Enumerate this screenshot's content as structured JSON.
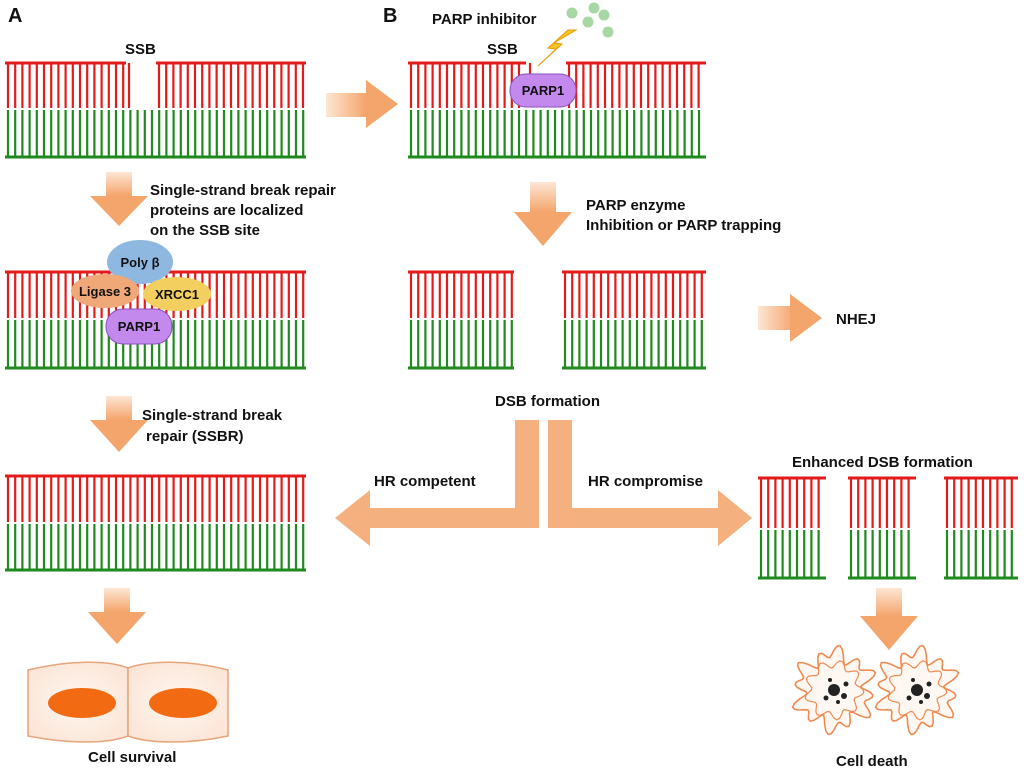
{
  "colors": {
    "top_strand": "#e41b1b",
    "bottom_strand": "#1f8a1f",
    "arrow": "#f4b07e",
    "arrow_light": "#fbe3cf",
    "parp": "#c489ec",
    "parp_stroke": "#8a4fbf",
    "polyb": "#8fb8e0",
    "ligase": "#f0a878",
    "xrcc1": "#f2cf5e",
    "cell_fill": "#fcefe6",
    "cell_stroke": "#e8a47a",
    "nucleus": "#f26a12",
    "inhibitor_dot": "#a7d7a2",
    "lightning": "#f7c41c",
    "dead_stroke": "#f08a50",
    "debris": "#222222"
  },
  "panel_a": {
    "label": "A",
    "ssb_label": "SSB",
    "step1_text": [
      "Single-strand break repair",
      "proteins are localized",
      "on the SSB site"
    ],
    "proteins": {
      "polyb": "Poly β",
      "ligase": "Ligase 3",
      "xrcc1": "XRCC1",
      "parp1": "PARP1"
    },
    "step2_text": [
      "Single-strand break",
      "repair (SSBR)"
    ],
    "outcome": "Cell survival"
  },
  "panel_b": {
    "label": "B",
    "inhibitor_label": "PARP inhibitor",
    "ssb_label": "SSB",
    "parp1": "PARP1",
    "step1_text": [
      "PARP enzyme",
      "Inhibition or PARP trapping"
    ],
    "nhej": "NHEJ",
    "dsb": "DSB formation",
    "hr_competent": "HR competent",
    "hr_compromise": "HR compromise",
    "enhanced_dsb": "Enhanced DSB formation",
    "outcome": "Cell death"
  }
}
